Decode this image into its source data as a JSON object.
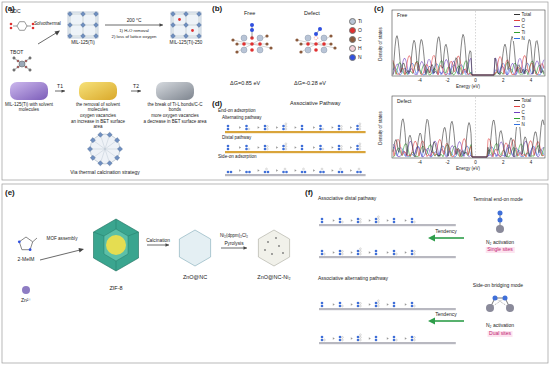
{
  "diagram": {
    "nodes": [
      {
        "text": [
          "MIL-125(Ti)"
        ]
      },
      {
        "text": [
          "MIL-125(Ti)-250"
        ]
      },
      {
        "text": [
          "MIL-125(Ti) with solvent molecules"
        ]
      },
      {
        "text": [
          "the removal of solvent molecules",
          "oxygen vacancies",
          "an increase in BET surface area"
        ]
      },
      {
        "text": [
          "the break of Ti-L bonds/C-C bonds",
          "more oxygen vacancies",
          "a decrease in BET surface area"
        ]
      },
      {
        "text": [
          "ZIF-8"
        ]
      },
      {
        "text": [
          "ZnO@NC"
        ]
      },
      {
        "text": [
          "ZnO@NC-Ni₂"
        ]
      }
    ],
    "edges": [
      {
        "from": 0,
        "to": 1,
        "label": "200 °C",
        "arrow": "to"
      },
      {
        "from": 2,
        "to": 3,
        "label": "T1",
        "arrow": "to"
      },
      {
        "from": 3,
        "to": 4,
        "label": "T2",
        "arrow": "to"
      },
      {
        "from": 5,
        "to": 6,
        "label": "Calcination",
        "arrow": "to"
      },
      {
        "from": 6,
        "to": 7,
        "label": "Pyrolysis",
        "arrow": "to"
      }
    ],
    "labels": [
      "(a)",
      "BDC",
      "TBOT",
      "Solvothermal",
      "1) H₂O removal",
      "2) loss of lattice oxygen",
      "Via thermal calcination strategy",
      "(b)",
      "Free",
      "Defect",
      "ΔG=0.85 eV",
      "ΔG=-0.28 eV",
      "(c)",
      "Free",
      "Density of states",
      "-4",
      "-2",
      "0",
      "2",
      "4",
      "Energy (eV)",
      "Defect",
      "Density of states",
      "-4",
      "-2",
      "0",
      "2",
      "4",
      "Energy (eV)",
      "(d)",
      "Associative Pathway",
      "End-on adsorption",
      "Alternating pathway",
      "Distal pathway",
      "Side-on adsorption",
      "(e)",
      "2-MeIM",
      "Zn²⁺",
      "MOF assembly",
      "Ni₂(dppm)₂Cl₂",
      "(f)",
      "Associative distal pathway",
      "Associative alternating pathway",
      "Tendency",
      "Terminal end-on mode",
      "N₂ activation",
      "Single sites",
      "Tendency",
      "Side-on bridging mode",
      "N₂ activation",
      "Dual sites"
    ],
    "legend": [
      {
        "text": "Ti",
        "color": "#b8c4d6"
      },
      {
        "text": "O",
        "color": "#e03030"
      },
      {
        "text": "C",
        "color": "#8a5a3c"
      },
      {
        "text": "H",
        "color": "#f2d0d8"
      },
      {
        "text": "N",
        "color": "#3050e0"
      },
      {
        "text": "Total"
      },
      {
        "text": "O"
      },
      {
        "text": "C"
      },
      {
        "text": "Ti"
      },
      {
        "text": "N"
      },
      {
        "text": "Total"
      },
      {
        "text": "O"
      },
      {
        "text": "C"
      },
      {
        "text": "Ti"
      },
      {
        "text": "N"
      }
    ]
  }
}
